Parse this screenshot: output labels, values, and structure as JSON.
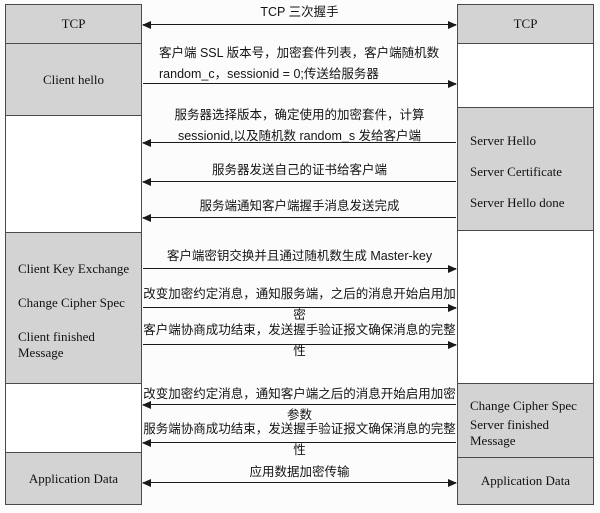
{
  "left_boxes": [
    {
      "label": "TCP"
    },
    {
      "label": "Client hello"
    },
    {
      "label": ""
    },
    {
      "lines": [
        "Client Key Exchange",
        "Change Cipher Spec",
        "Client finished Message"
      ]
    },
    {
      "label": ""
    },
    {
      "label": "Application Data"
    }
  ],
  "right_boxes": [
    {
      "label": "TCP"
    },
    {
      "label": ""
    },
    {
      "lines": [
        "Server Hello",
        "Server Certificate",
        "Server Hello done"
      ]
    },
    {
      "label": ""
    },
    {
      "lines": [
        "Change Cipher Spec",
        "Server finished Message"
      ]
    },
    {
      "label": "Application Data"
    }
  ],
  "messages": [
    {
      "direction": "both",
      "lines": [
        "TCP 三次握手"
      ]
    },
    {
      "direction": "right",
      "lines": [
        "客户端 SSL 版本号，加密套件列表，客户端随机数",
        "random_c，sessionid = 0;传送给服务器"
      ]
    },
    {
      "direction": "left",
      "lines": [
        "服务器选择版本，确定使用的加密套件，计算",
        "sessionid,以及随机数 random_s 发给客户端"
      ]
    },
    {
      "direction": "left",
      "lines": [
        "服务器发送自己的证书给客户端"
      ]
    },
    {
      "direction": "left",
      "lines": [
        "服务端通知客户端握手消息发送完成"
      ]
    },
    {
      "direction": "right",
      "lines": [
        "客户端密钥交换并且通过随机数生成 Master-key"
      ]
    },
    {
      "direction": "right",
      "lines": [
        "改变加密约定消息，通知服务端，之后的消息开始启用加密"
      ]
    },
    {
      "direction": "right",
      "lines": [
        "客户端协商成功结束，发送握手验证报文确保消息的完整性"
      ]
    },
    {
      "direction": "left",
      "lines": [
        "改变加密约定消息，通知客户端之后的消息开始启用加密参数"
      ]
    },
    {
      "direction": "left",
      "lines": [
        "服务端协商成功结束，发送握手验证报文确保消息的完整性"
      ]
    },
    {
      "direction": "both",
      "lines": [
        "应用数据加密传输"
      ]
    }
  ],
  "colors": {
    "box_fill": "#d3d3d3",
    "box_border": "#4a4a4a",
    "arrow": "#1a1a1a",
    "background": "#fcfcfc"
  }
}
